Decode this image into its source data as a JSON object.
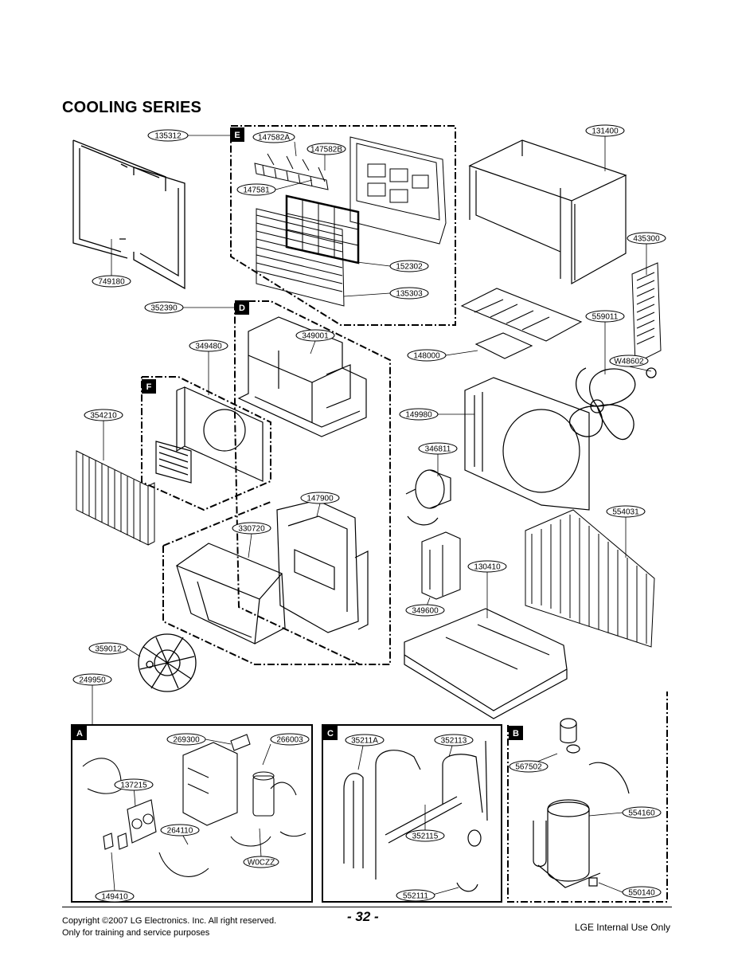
{
  "title": "COOLING SERIES",
  "sections": [
    "E",
    "D",
    "F",
    "A",
    "C",
    "B"
  ],
  "part_labels": {
    "p135312": "135312",
    "p147582A": "147582A",
    "p147582B": "147582B",
    "p147581": "147581",
    "p152302": "152302",
    "p135303": "135303",
    "p131400": "131400",
    "p435300": "435300",
    "p749180": "749180",
    "p352390": "352390",
    "p349480": "349480",
    "p349001": "349001",
    "p559011": "559011",
    "p148000": "148000",
    "pW48602": "W48602",
    "p354210": "354210",
    "p149980": "149980",
    "p346811": "346811",
    "p147900": "147900",
    "p554031": "554031",
    "p330720": "330720",
    "p130410": "130410",
    "p349600": "349600",
    "p359012": "359012",
    "p249950": "249950",
    "p269300": "269300",
    "p266003": "266003",
    "p137215": "137215",
    "p264110": "264110",
    "p149410": "149410",
    "pW0CZZ": "W0CZZ",
    "p35211A": "35211A",
    "p352113": "352113",
    "p352115": "352115",
    "p552111": "552111",
    "p567502": "567502",
    "p554160": "554160",
    "p550140": "550140"
  },
  "footer": {
    "copyright": "Copyright ©2007 LG Electronics. Inc. All right reserved.",
    "training": "Only for training and service purposes",
    "page_number": "- 32 -",
    "internal": "LGE Internal Use Only"
  }
}
